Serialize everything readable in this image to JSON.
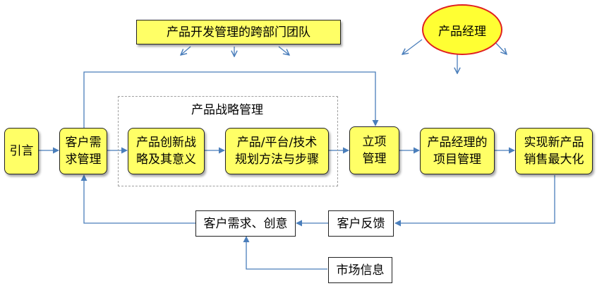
{
  "team_label": "产品开发管理的跨部门团队",
  "pm_label": "产品经理",
  "strategy_group_label": "产品战略管理",
  "steps": {
    "intro": "引言",
    "customer_needs_mgmt": "客户需\n求管理",
    "innovation_strategy": "产品创新战\n略及其意义",
    "planning_methods": "产品/平台/技术\n规划方法与步骤",
    "project_approval": "立项\n管理",
    "pm_project_mgmt": "产品经理的\n项目管理",
    "maximize_sales": "实现新产品\n销售最大化"
  },
  "feedback": {
    "customer_ideas": "客户需求、创意",
    "customer_feedback": "客户反馈",
    "market_info": "市场信息"
  },
  "colors": {
    "step_fill": "#ffff66",
    "ellipse_fill": "#ffff33",
    "ellipse_border": "#e02020",
    "arrow": "#4a7ebb"
  }
}
